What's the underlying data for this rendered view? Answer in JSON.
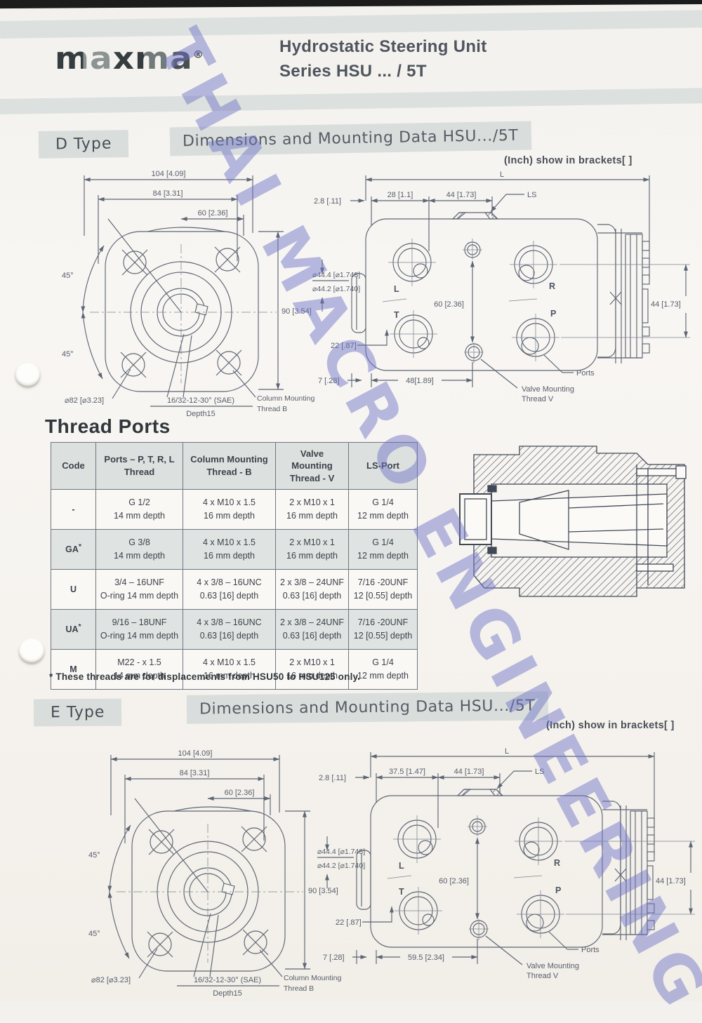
{
  "header": {
    "logo": "maxma",
    "logo_reg": "®",
    "title_line1": "Hydrostatic Steering Unit",
    "title_line2": "Series HSU ... / 5T"
  },
  "watermark": "THAI MACRO ENGINEERING",
  "sections": {
    "d": {
      "type_label": "D Type",
      "heading": "Dimensions and Mounting Data HSU.../5T",
      "inch_note": "(Inch) show in brackets[ ]"
    },
    "e": {
      "type_label": "E Type",
      "heading": "Dimensions and Mounting Data HSU.../5T",
      "inch_note": "(Inch) show in brackets[ ]"
    }
  },
  "front_view": {
    "dim_width_outer": "104 [4.09]",
    "dim_width_bolt": "84 [3.31]",
    "dim_width_inner": "60 [2.36]",
    "dim_height": "90 [3.54]",
    "angle_upper": "45°",
    "angle_lower": "45°",
    "dia_pilot": "⌀82 [⌀3.23]",
    "spline_spec": "16/32-12-30° (SAE)",
    "spline_depth": "Depth15",
    "column_mount_line1": "Column Mounting",
    "column_mount_line2": "Thread B"
  },
  "side_view_common": {
    "dim_overall": "L",
    "dim_edge": "2.8 [.11]",
    "dim_port_span": "44 [1.73]",
    "ls_label": "LS",
    "port_l": "L",
    "port_r": "R",
    "port_t": "T",
    "port_p": "P",
    "dim_port_h": "60 [2.36]",
    "dim_right": "44 [1.73]",
    "dia_spigot_max": "⌀44.4 [⌀1.748]",
    "dia_spigot_min": "⌀44.2 [⌀1.740]",
    "dim_bottom_port": "22 [.87]",
    "dim_base": "7 [.28]",
    "ports_label": "Ports",
    "valve_mount_line1": "Valve Mounting",
    "valve_mount_line2": "Thread V"
  },
  "side_view_d": {
    "dim_ls_offset": "28 [1.1]",
    "dim_valve_x": "48[1.89]"
  },
  "side_view_e": {
    "dim_ls_offset": "37.5 [1.47]",
    "dim_valve_x": "59.5 [2.34]"
  },
  "thread_ports": {
    "title": "Thread Ports",
    "col_code": "Code",
    "col_ports_l1": "Ports – P, T, R, L",
    "col_ports_l2": "Thread",
    "col_column_l1": "Column Mounting",
    "col_column_l2": "Thread - B",
    "col_valve_l1": "Valve",
    "col_valve_l2": "Mounting",
    "col_valve_l3": "Thread - V",
    "col_ls": "LS-Port",
    "rows": [
      {
        "code": "-",
        "star": "",
        "ports1": "G 1/2",
        "ports2": "14 mm depth",
        "col1": "4 x M10 x 1.5",
        "col2": "16 mm depth",
        "valve1": "2 x M10 x 1",
        "valve2": "16 mm depth",
        "ls1": "G 1/4",
        "ls2": "12 mm depth"
      },
      {
        "code": "GA",
        "star": "*",
        "ports1": "G 3/8",
        "ports2": "14 mm depth",
        "col1": "4 x M10 x 1.5",
        "col2": "16 mm depth",
        "valve1": "2 x M10 x 1",
        "valve2": "16 mm depth",
        "ls1": "G 1/4",
        "ls2": "12 mm depth"
      },
      {
        "code": "U",
        "star": "",
        "ports1": "3/4 – 16UNF",
        "ports2": "O-ring 14 mm depth",
        "col1": "4 x 3/8 – 16UNC",
        "col2": "0.63 [16] depth",
        "valve1": "2 x 3/8 – 24UNF",
        "valve2": "0.63 [16] depth",
        "ls1": "7/16 -20UNF",
        "ls2": "12 [0.55] depth"
      },
      {
        "code": "UA",
        "star": "*",
        "ports1": "9/16 – 18UNF",
        "ports2": "O-ring 14 mm depth",
        "col1": "4 x 3/8 – 16UNC",
        "col2": "0.63 [16] depth",
        "valve1": "2 x 3/8 – 24UNF",
        "valve2": "0.63 [16] depth",
        "ls1": "7/16 -20UNF",
        "ls2": "12 [0.55] depth"
      },
      {
        "code": "M",
        "star": "",
        "ports1": "M22 - x 1.5",
        "ports2": "14 mm depth",
        "col1": "4 x M10 x 1.5",
        "col2": "16 mm depth",
        "valve1": "2 x M10 x 1",
        "valve2": "16 mm depth",
        "ls1": "G 1/4",
        "ls2": "12 mm depth"
      }
    ],
    "footnote": "* These threads are for displacements from HSU50 to HSU125 only."
  }
}
